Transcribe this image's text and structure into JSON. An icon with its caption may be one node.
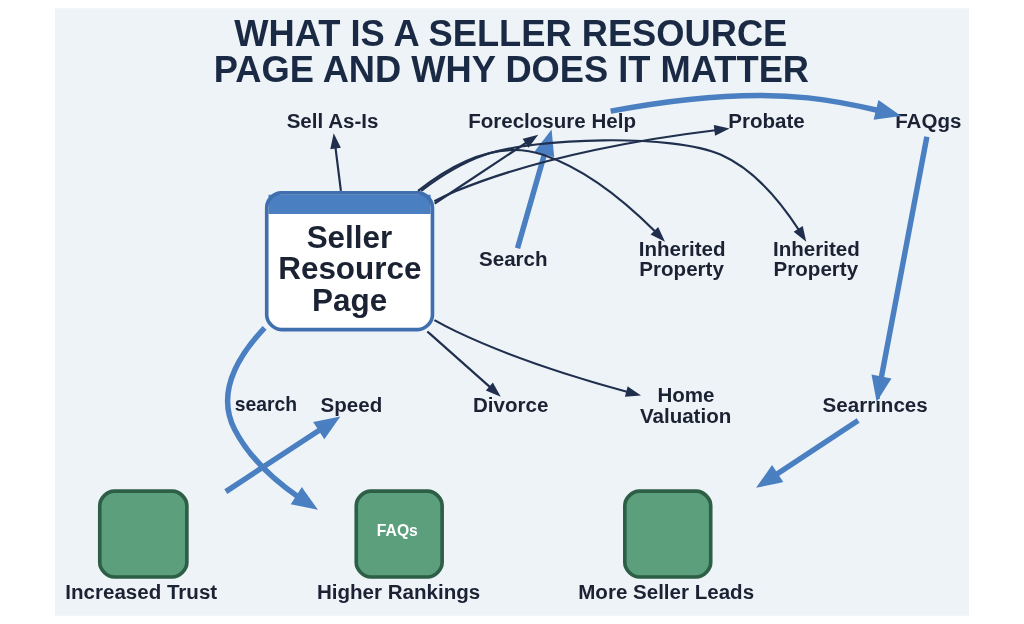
{
  "diagram": {
    "title": "WHAT IS A SELLER RESOURCE PAGE AND WHY DOES IT MATTER",
    "nodes": [
      {
        "text": [
          "Foreclosure Help"
        ]
      },
      {
        "text": [
          "Sell As-Is"
        ]
      },
      {
        "text": [
          "Probate"
        ]
      },
      {
        "text": [
          "FAQgs"
        ]
      },
      {
        "text": [
          "Search"
        ]
      },
      {
        "text": [
          "Inherited Property"
        ]
      },
      {
        "text": [
          "Seller Resource Page"
        ]
      },
      {
        "text": [
          "Inherited Property"
        ]
      },
      {
        "text": [
          "Speed"
        ]
      },
      {
        "text": [
          "Divorce"
        ]
      },
      {
        "text": [
          "Home Valuation"
        ]
      },
      {
        "text": [
          "Searrinces"
        ]
      },
      {
        "text": [
          "Increased Trust"
        ]
      },
      {
        "text": [
          "FAQs",
          "Higher Rankings"
        ]
      },
      {
        "text": [
          "More Seller Leads"
        ]
      }
    ],
    "edges": [
      {
        "from": 6,
        "to": 0,
        "arrow": "to"
      },
      {
        "from": 6,
        "to": 1,
        "arrow": "to"
      },
      {
        "from": 6,
        "to": 2,
        "arrow": "to"
      },
      {
        "from": 6,
        "to": 5,
        "arrow": "to"
      },
      {
        "from": 6,
        "to": 7,
        "arrow": "to"
      },
      {
        "from": 6,
        "to": 9,
        "arrow": "to"
      },
      {
        "from": 6,
        "to": 10,
        "arrow": "to"
      },
      {
        "from": 6,
        "to": 13,
        "arrow": "to",
        "label": "search",
        "style": "thick",
        "color": "#4a7fc1"
      },
      {
        "from": 4,
        "to": 0,
        "arrow": "to",
        "style": "thick",
        "color": "#4a7fc1"
      },
      {
        "from": 0,
        "to": 3,
        "arrow": "to",
        "style": "thick",
        "color": "#4a7fc1"
      },
      {
        "from": 3,
        "to": 11,
        "arrow": "to",
        "style": "thick",
        "color": "#4a7fc1"
      },
      {
        "from": 11,
        "to": 14,
        "arrow": "to",
        "style": "thick",
        "color": "#4a7fc1"
      },
      {
        "from": 12,
        "to": 8,
        "arrow": "to",
        "style": "thick",
        "color": "#4a7fc1"
      }
    ]
  }
}
